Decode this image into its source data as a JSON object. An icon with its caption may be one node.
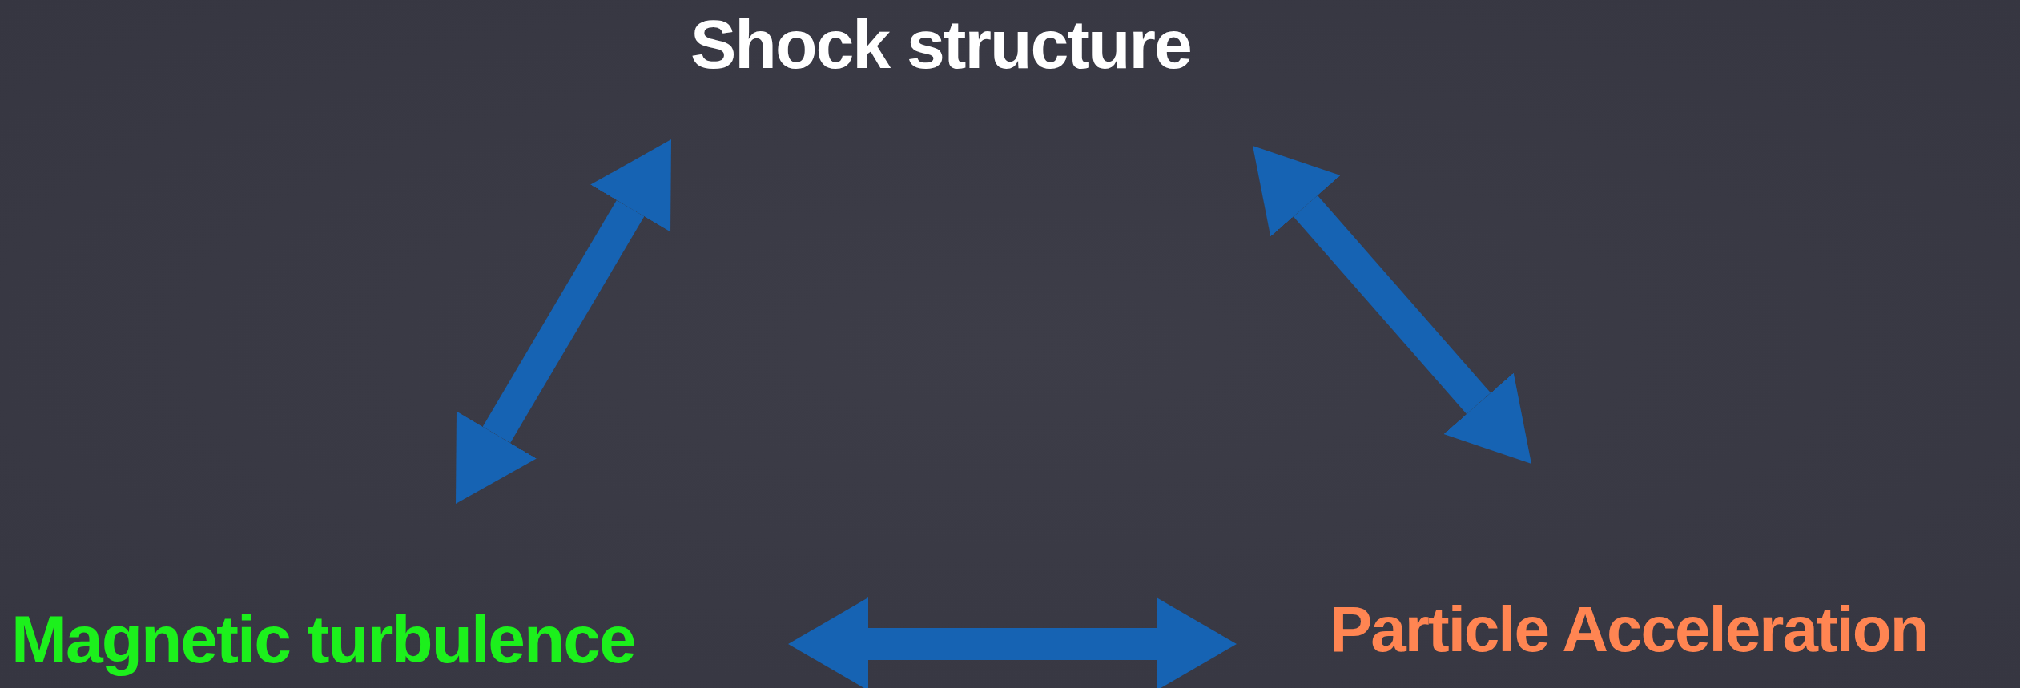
{
  "diagram": {
    "nodes": [
      {
        "text": [
          "Shock structure"
        ]
      },
      {
        "text": [
          "Magnetic turbulence"
        ]
      },
      {
        "text": [
          "Particle Acceleration"
        ]
      }
    ],
    "edges": [
      {
        "from": 0,
        "to": 1,
        "arrow": "both"
      },
      {
        "from": 0,
        "to": 2,
        "arrow": "both"
      },
      {
        "from": 1,
        "to": 2,
        "arrow": "both"
      }
    ]
  }
}
